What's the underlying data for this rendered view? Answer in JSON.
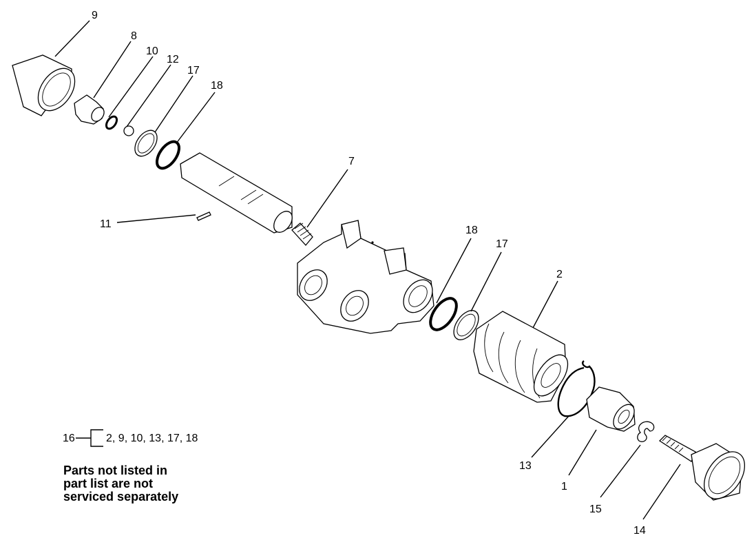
{
  "callouts": {
    "c1": "1",
    "c2": "2",
    "c7": "7",
    "c8": "8",
    "c9": "9",
    "c10": "10",
    "c11": "11",
    "c12": "12",
    "c13": "13",
    "c14": "14",
    "c15": "15",
    "c17a": "17",
    "c17b": "17",
    "c18a": "18",
    "c18b": "18"
  },
  "kit": {
    "number": "16",
    "contents": "2, 9, 10, 13, 17, 18"
  },
  "note": {
    "line1": "Parts not listed in",
    "line2": "part list are not",
    "line3": "serviced separately"
  }
}
